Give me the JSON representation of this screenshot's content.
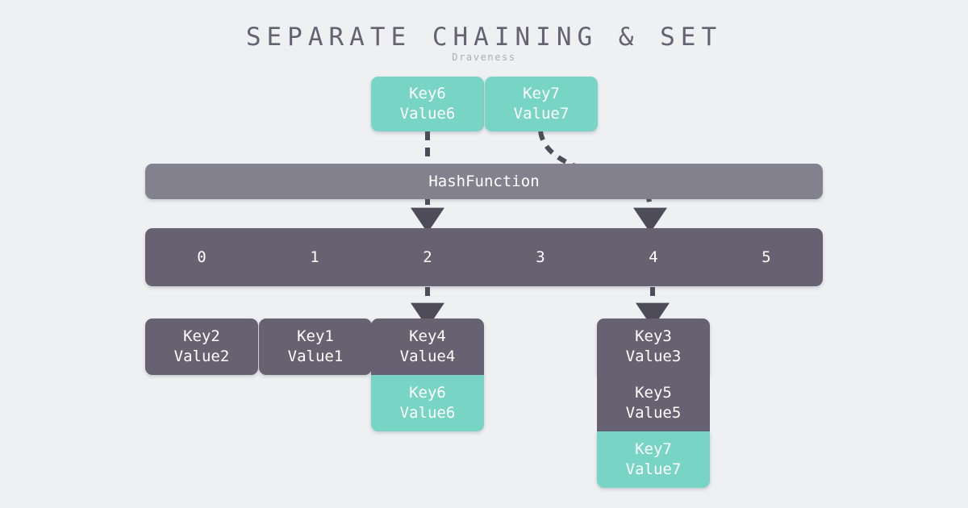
{
  "header": {
    "title": "SEPARATE CHAINING & SET",
    "subtitle": "Draveness"
  },
  "colors": {
    "background": "#eef0f2",
    "dark": "#666272",
    "mid": "#84818f",
    "teal": "#78d5c5",
    "title_text": "#666272",
    "subtitle_text": "#a8b0b8",
    "node_text": "#ffffff",
    "arrow": "#4f4c5a"
  },
  "incoming": [
    {
      "key": "Key6",
      "value": "Value6",
      "color": "teal"
    },
    {
      "key": "Key7",
      "value": "Value7",
      "color": "teal"
    }
  ],
  "hash_function": {
    "label": "HashFunction"
  },
  "bucket_array": {
    "indices": [
      "0",
      "1",
      "2",
      "3",
      "4",
      "5"
    ]
  },
  "chains": [
    {
      "bucket": "0",
      "entries": [
        {
          "key": "Key2",
          "value": "Value2",
          "color": "dark"
        }
      ]
    },
    {
      "bucket": "1",
      "entries": [
        {
          "key": "Key1",
          "value": "Value1",
          "color": "dark"
        }
      ]
    },
    {
      "bucket": "2",
      "entries": [
        {
          "key": "Key4",
          "value": "Value4",
          "color": "dark"
        },
        {
          "key": "Key6",
          "value": "Value6",
          "color": "teal"
        }
      ]
    },
    {
      "bucket": "4",
      "entries": [
        {
          "key": "Key3",
          "value": "Value3",
          "color": "dark"
        },
        {
          "key": "Key5",
          "value": "Value5",
          "color": "dark"
        },
        {
          "key": "Key7",
          "value": "Value7",
          "color": "teal"
        }
      ]
    }
  ],
  "flows": [
    {
      "from": "Key6",
      "to_bucket": "2",
      "style": "dashed-straight"
    },
    {
      "from": "Key7",
      "to_bucket": "4",
      "style": "dashed-curved"
    },
    {
      "from_bucket": "2",
      "to": "Key4",
      "style": "dashed-straight"
    },
    {
      "from_bucket": "4",
      "to": "Key3",
      "style": "dashed-straight"
    }
  ]
}
